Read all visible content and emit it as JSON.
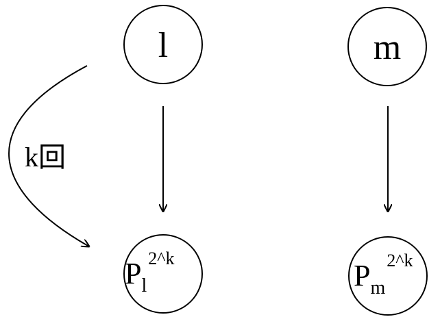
{
  "nodes": {
    "l": {
      "label": "l"
    },
    "m": {
      "label": "m"
    },
    "pl": {
      "base": "P",
      "sub": "l",
      "sup": "2^k"
    },
    "pm": {
      "base": "P",
      "sub": "m",
      "sup": "2^k"
    }
  },
  "edges": {
    "loop_label": "k回"
  },
  "colors": {
    "stroke": "#000000",
    "background": "#ffffff"
  }
}
